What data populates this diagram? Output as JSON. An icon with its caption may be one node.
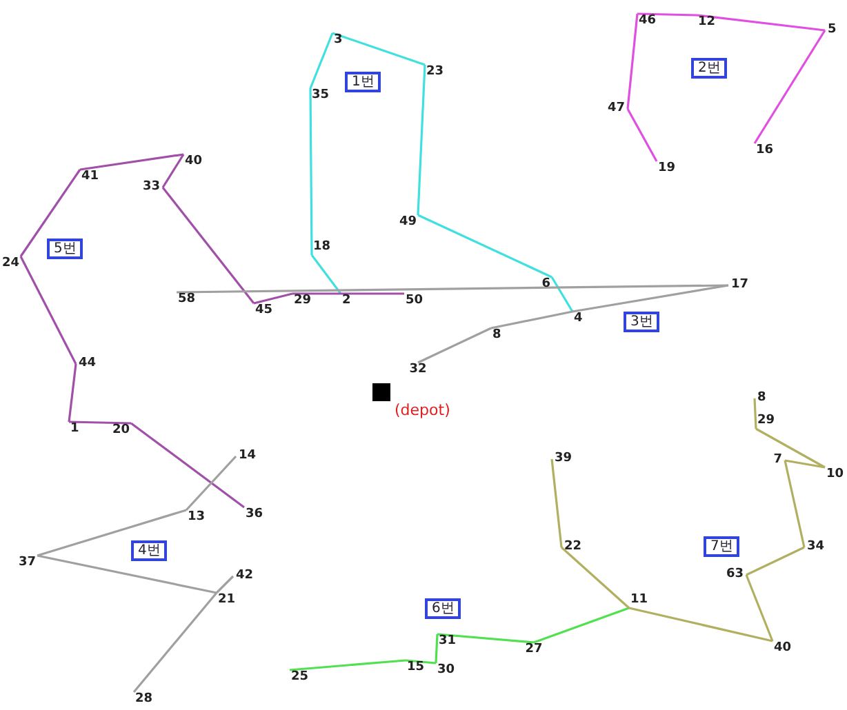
{
  "diagram": {
    "nodes": [
      {
        "text": [
          "3"
        ]
      },
      {
        "text": [
          "23"
        ]
      },
      {
        "text": [
          "35"
        ]
      },
      {
        "text": [
          "49"
        ]
      },
      {
        "text": [
          "18"
        ]
      },
      {
        "text": [
          "6"
        ]
      },
      {
        "text": [
          "2"
        ]
      },
      {
        "text": [
          "4"
        ]
      },
      {
        "text": [
          "50"
        ]
      },
      {
        "text": [
          "29"
        ]
      },
      {
        "text": [
          "45"
        ]
      },
      {
        "text": [
          "33"
        ]
      },
      {
        "text": [
          "40"
        ]
      },
      {
        "text": [
          "41"
        ]
      },
      {
        "text": [
          "24"
        ]
      },
      {
        "text": [
          "44"
        ]
      },
      {
        "text": [
          "1"
        ]
      },
      {
        "text": [
          "20"
        ]
      },
      {
        "text": [
          "36"
        ]
      },
      {
        "text": [
          "58"
        ]
      },
      {
        "text": [
          "17"
        ]
      },
      {
        "text": [
          "8"
        ]
      },
      {
        "text": [
          "32"
        ]
      },
      {
        "text": [
          "14"
        ]
      },
      {
        "text": [
          "13"
        ]
      },
      {
        "text": [
          "37"
        ]
      },
      {
        "text": [
          "21"
        ]
      },
      {
        "text": [
          "42"
        ]
      },
      {
        "text": [
          "28"
        ]
      },
      {
        "text": [
          "46"
        ]
      },
      {
        "text": [
          "12"
        ]
      },
      {
        "text": [
          "5"
        ]
      },
      {
        "text": [
          "47"
        ]
      },
      {
        "text": [
          "19"
        ]
      },
      {
        "text": [
          "16"
        ]
      },
      {
        "text": [
          "25"
        ]
      },
      {
        "text": [
          "15"
        ]
      },
      {
        "text": [
          "30"
        ]
      },
      {
        "text": [
          "31"
        ]
      },
      {
        "text": [
          "27"
        ]
      },
      {
        "text": [
          "11"
        ]
      },
      {
        "text": [
          "39"
        ]
      },
      {
        "text": [
          "22"
        ]
      },
      {
        "text": [
          "40"
        ]
      },
      {
        "text": [
          "63"
        ]
      },
      {
        "text": [
          "34"
        ]
      },
      {
        "text": [
          "7"
        ]
      },
      {
        "text": [
          "10"
        ]
      },
      {
        "text": [
          "29"
        ]
      },
      {
        "text": [
          "8"
        ]
      },
      {
        "text": [
          "1번"
        ]
      },
      {
        "text": [
          "2번"
        ]
      },
      {
        "text": [
          "3번"
        ]
      },
      {
        "text": [
          "4번"
        ]
      },
      {
        "text": [
          "5번"
        ]
      },
      {
        "text": [
          "6번"
        ]
      },
      {
        "text": [
          "7번"
        ]
      },
      {
        "text": [],
        "shape": "box",
        "beside": [
          "(depot)"
        ]
      }
    ],
    "edges": [
      {
        "from": 6,
        "to": 4,
        "arrow": "none",
        "color": "#40e0e0"
      },
      {
        "from": 4,
        "to": 2,
        "arrow": "none",
        "color": "#40e0e0"
      },
      {
        "from": 2,
        "to": 0,
        "arrow": "none",
        "color": "#40e0e0"
      },
      {
        "from": 0,
        "to": 1,
        "arrow": "none",
        "color": "#40e0e0"
      },
      {
        "from": 1,
        "to": 3,
        "arrow": "none",
        "color": "#40e0e0"
      },
      {
        "from": 3,
        "to": 5,
        "arrow": "none",
        "color": "#40e0e0"
      },
      {
        "from": 5,
        "to": 7,
        "arrow": "none",
        "color": "#40e0e0"
      },
      {
        "from": 8,
        "to": 6,
        "arrow": "none",
        "color": "#a050a8"
      },
      {
        "from": 6,
        "to": 9,
        "arrow": "none",
        "color": "#a050a8"
      },
      {
        "from": 9,
        "to": 10,
        "arrow": "none",
        "color": "#a050a8"
      },
      {
        "from": 10,
        "to": 11,
        "arrow": "none",
        "color": "#a050a8"
      },
      {
        "from": 11,
        "to": 12,
        "arrow": "none",
        "color": "#a050a8"
      },
      {
        "from": 12,
        "to": 13,
        "arrow": "none",
        "color": "#a050a8"
      },
      {
        "from": 13,
        "to": 14,
        "arrow": "none",
        "color": "#a050a8"
      },
      {
        "from": 14,
        "to": 15,
        "arrow": "none",
        "color": "#a050a8"
      },
      {
        "from": 15,
        "to": 16,
        "arrow": "none",
        "color": "#a050a8"
      },
      {
        "from": 16,
        "to": 17,
        "arrow": "none",
        "color": "#a050a8"
      },
      {
        "from": 17,
        "to": 18,
        "arrow": "none",
        "color": "#a050a8"
      },
      {
        "from": 19,
        "to": 20,
        "arrow": "none",
        "color": "#a0a0a0"
      },
      {
        "from": 20,
        "to": 7,
        "arrow": "none",
        "color": "#a0a0a0"
      },
      {
        "from": 7,
        "to": 21,
        "arrow": "none",
        "color": "#a0a0a0"
      },
      {
        "from": 21,
        "to": 22,
        "arrow": "none",
        "color": "#a0a0a0"
      },
      {
        "from": 23,
        "to": 24,
        "arrow": "none",
        "color": "#a0a0a0"
      },
      {
        "from": 24,
        "to": 25,
        "arrow": "none",
        "color": "#a0a0a0"
      },
      {
        "from": 25,
        "to": 26,
        "arrow": "none",
        "color": "#a0a0a0"
      },
      {
        "from": 27,
        "to": 26,
        "arrow": "none",
        "color": "#a0a0a0"
      },
      {
        "from": 26,
        "to": 28,
        "arrow": "none",
        "color": "#a0a0a0"
      },
      {
        "from": 33,
        "to": 32,
        "arrow": "none",
        "color": "#e050e0"
      },
      {
        "from": 32,
        "to": 29,
        "arrow": "none",
        "color": "#e050e0"
      },
      {
        "from": 29,
        "to": 30,
        "arrow": "none",
        "color": "#e050e0"
      },
      {
        "from": 30,
        "to": 31,
        "arrow": "none",
        "color": "#e050e0"
      },
      {
        "from": 31,
        "to": 34,
        "arrow": "none",
        "color": "#e050e0"
      },
      {
        "from": 35,
        "to": 36,
        "arrow": "none",
        "color": "#50e050"
      },
      {
        "from": 36,
        "to": 37,
        "arrow": "none",
        "color": "#50e050"
      },
      {
        "from": 37,
        "to": 38,
        "arrow": "none",
        "color": "#50e050"
      },
      {
        "from": 38,
        "to": 39,
        "arrow": "none",
        "color": "#50e050"
      },
      {
        "from": 39,
        "to": 40,
        "arrow": "none",
        "color": "#50e050"
      },
      {
        "from": 41,
        "to": 42,
        "arrow": "none",
        "color": "#b0b060"
      },
      {
        "from": 42,
        "to": 40,
        "arrow": "none",
        "color": "#b0b060"
      },
      {
        "from": 40,
        "to": 43,
        "arrow": "none",
        "color": "#b0b060"
      },
      {
        "from": 43,
        "to": 44,
        "arrow": "none",
        "color": "#b0b060"
      },
      {
        "from": 44,
        "to": 45,
        "arrow": "none",
        "color": "#b0b060"
      },
      {
        "from": 45,
        "to": 46,
        "arrow": "none",
        "color": "#b0b060"
      },
      {
        "from": 46,
        "to": 47,
        "arrow": "none",
        "color": "#b0b060"
      },
      {
        "from": 47,
        "to": 48,
        "arrow": "none",
        "color": "#b0b060"
      },
      {
        "from": 48,
        "to": 49,
        "arrow": "none",
        "color": "#b0b060"
      }
    ]
  }
}
